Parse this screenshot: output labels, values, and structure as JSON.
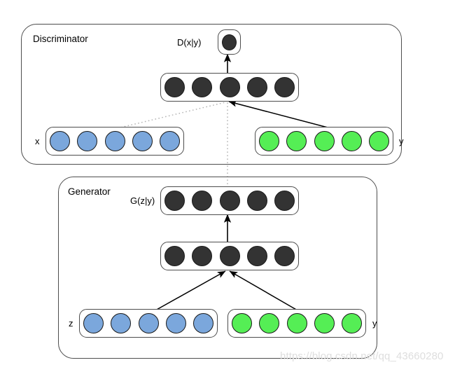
{
  "figure": {
    "type": "neural-network-architecture-diagram",
    "title": "Conditional GAN architecture",
    "watermark": "https://blog.csdn.net/qq_43660280"
  },
  "colors": {
    "node_dark": "#333333",
    "node_blue": "#7BA7DC",
    "node_green": "#55EE55",
    "box_stroke": "#4d4d4d",
    "line_solid": "#000000",
    "line_dotted": "#b0b0b0",
    "watermark": "#dedede"
  },
  "modules": [
    {
      "id": "discriminator",
      "label": "Discriminator"
    },
    {
      "id": "generator",
      "label": "Generator"
    }
  ],
  "layers": [
    {
      "id": "d-output",
      "module": "discriminator",
      "label": "D(x|y)",
      "label_side": "left",
      "node_count": 1,
      "node_color": "node_dark"
    },
    {
      "id": "d-hidden",
      "module": "discriminator",
      "label": "",
      "label_side": "none",
      "node_count": 5,
      "node_color": "node_dark"
    },
    {
      "id": "d-input-x",
      "module": "discriminator",
      "label": "x",
      "label_side": "left",
      "node_count": 5,
      "node_color": "node_blue"
    },
    {
      "id": "d-input-y",
      "module": "discriminator",
      "label": "y",
      "label_side": "right",
      "node_count": 5,
      "node_color": "node_green"
    },
    {
      "id": "g-output",
      "module": "generator",
      "label": "G(z|y)",
      "label_side": "left",
      "node_count": 5,
      "node_color": "node_dark"
    },
    {
      "id": "g-hidden",
      "module": "generator",
      "label": "",
      "label_side": "none",
      "node_count": 5,
      "node_color": "node_dark"
    },
    {
      "id": "g-input-z",
      "module": "generator",
      "label": "z",
      "label_side": "left",
      "node_count": 5,
      "node_color": "node_blue"
    },
    {
      "id": "g-input-y",
      "module": "generator",
      "label": "y",
      "label_side": "right",
      "node_count": 5,
      "node_color": "node_green"
    }
  ],
  "connections": [
    {
      "id": "d-hidden-to-d-output",
      "from": "d-hidden",
      "to": "d-output",
      "style": "solid",
      "arrow": true
    },
    {
      "id": "x-to-d-hidden",
      "from": "d-input-x",
      "to": "d-hidden",
      "style": "dotted",
      "arrow": false
    },
    {
      "id": "y-to-d-hidden",
      "from": "d-input-y",
      "to": "d-hidden",
      "style": "solid",
      "arrow": true
    },
    {
      "id": "g-output-to-d-hidden",
      "from": "g-output",
      "to": "d-hidden",
      "style": "dotted",
      "arrow": false
    },
    {
      "id": "g-hidden-to-g-output",
      "from": "g-hidden",
      "to": "g-output",
      "style": "solid",
      "arrow": true
    },
    {
      "id": "z-to-g-hidden",
      "from": "g-input-z",
      "to": "g-hidden",
      "style": "solid",
      "arrow": true
    },
    {
      "id": "gy-to-g-hidden",
      "from": "g-input-y",
      "to": "g-hidden",
      "style": "solid",
      "arrow": true
    }
  ]
}
